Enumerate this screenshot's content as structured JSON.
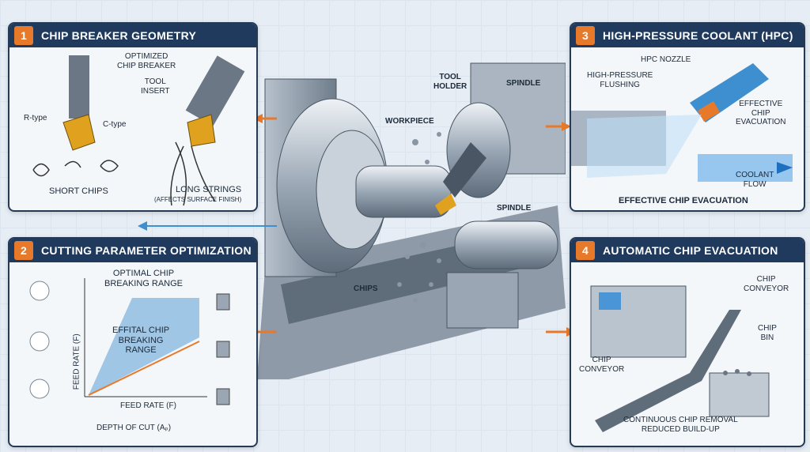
{
  "panels": {
    "p1": {
      "number": "1",
      "title": "CHIP BREAKER GEOMETRY",
      "labels": {
        "optimized": "OPTIMIZED\nCHIP BREAKER",
        "tool_insert": "TOOL\nINSERT",
        "r_type": "R-type",
        "c_type": "C-type",
        "short_chips": "SHORT CHIPS",
        "long_strings": "LONG STRINGS",
        "affects": "(AFFECTS SURFACE FINISH)"
      }
    },
    "p2": {
      "number": "2",
      "title": "CUTTING PARAMETER OPTIMIZATION",
      "labels": {
        "optimal": "OPTIMAL CHIP\nBREAKING RANGE",
        "effital": "EFFITAL CHIP\nBREAKING\nRANGE",
        "ylabel": "FEED RATE (f)",
        "xlabel": "FEED RATE (f)",
        "depth": "DEPTH OF CUT (aₚ)"
      }
    },
    "p3": {
      "number": "3",
      "title": "HIGH-PRESSURE COOLANT (HPC)",
      "labels": {
        "nozzle": "HPC NOZZLE",
        "flushing": "HIGH-PRESSURE\nFLUSHING",
        "effective": "EFFECTIVE\nCHIP\nEVACUATION",
        "coolant": "COOLANT\nFLOW",
        "bottom": "EFFECTIVE CHIP EVACUATION"
      }
    },
    "p4": {
      "number": "4",
      "title": "AUTOMATIC CHIP EVACUATION",
      "labels": {
        "conveyor_top": "CHIP\nCONVEYOR",
        "bin": "CHIP\nBIN",
        "conveyor_left": "CHIP\nCONVEYOR",
        "continuous": "CONTINUOUS CHIP REMOVAL\nREDUCED BUILD-UP"
      }
    }
  },
  "center": {
    "tool_holder": "TOOL\nHOLDER",
    "spindle_top": "SPINDLE",
    "workpiece": "WORKPIECE",
    "spindle": "SPINDLE",
    "chips": "CHIPS"
  },
  "colors": {
    "accent": "#e7792b",
    "navy": "#1f3a5c",
    "blue": "#3e8fd0"
  }
}
